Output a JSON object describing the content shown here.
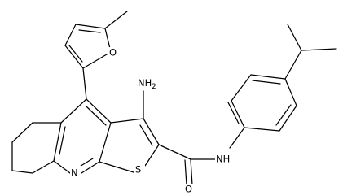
{
  "molecule": {
    "atom_labels": {
      "amino": "NH",
      "amino_subscript": "2",
      "furan_oxygen": "O",
      "thiophene_sulfur": "S",
      "pyridine_nitrogen": "N",
      "carbonyl_oxygen": "O",
      "amide_nh": "NH"
    }
  }
}
